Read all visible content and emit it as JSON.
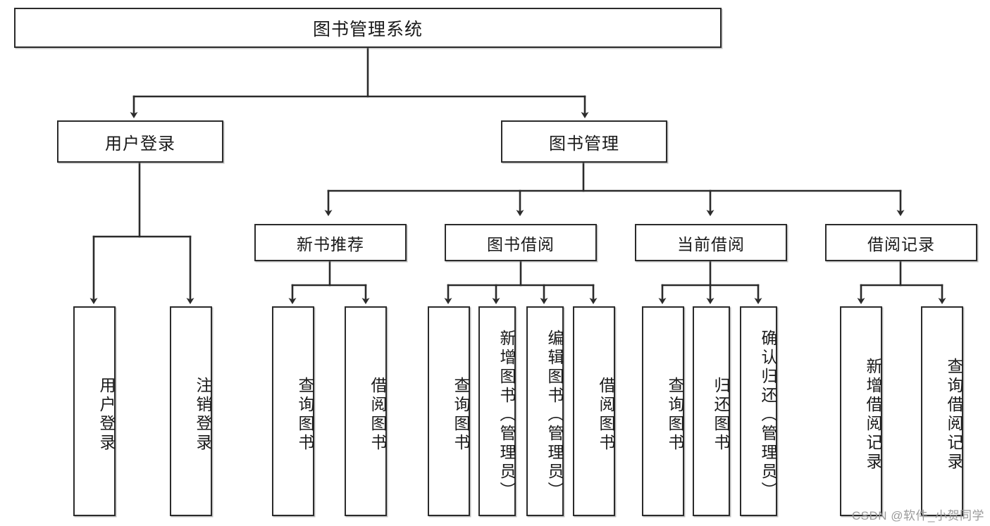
{
  "diagram": {
    "title": "图书管理系统",
    "type": "hierarchy-tree",
    "watermark": "CSDN @软件_小贺同学",
    "colors": {
      "box_border": "#2b2b2b",
      "box_fill": "#ffffff",
      "line": "#2b2b2b",
      "text": "#1a1a1a",
      "watermark": "#9a9a9a",
      "background": "#ffffff"
    },
    "root": {
      "label": "图书管理系统"
    },
    "level1": [
      {
        "label": "用户登录"
      },
      {
        "label": "图书管理"
      }
    ],
    "level2": [
      {
        "label": "新书推荐"
      },
      {
        "label": "图书借阅"
      },
      {
        "label": "当前借阅"
      },
      {
        "label": "借阅记录"
      }
    ],
    "leaves": [
      {
        "label": "用户登录",
        "parent": "用户登录"
      },
      {
        "label": "注销登录",
        "parent": "用户登录"
      },
      {
        "label": "查询图书",
        "parent": "新书推荐"
      },
      {
        "label": "借阅图书",
        "parent": "新书推荐"
      },
      {
        "label": "查询图书",
        "parent": "图书借阅"
      },
      {
        "label": "新增图书（管理员）",
        "parent": "图书借阅"
      },
      {
        "label": "编辑图书（管理员）",
        "parent": "图书借阅"
      },
      {
        "label": "借阅图书",
        "parent": "图书借阅"
      },
      {
        "label": "查询图书",
        "parent": "当前借阅"
      },
      {
        "label": "归还图书",
        "parent": "当前借阅"
      },
      {
        "label": "确认归还（管理员）",
        "parent": "当前借阅"
      },
      {
        "label": "新增借阅记录",
        "parent": "借阅记录"
      },
      {
        "label": "查询借阅记录",
        "parent": "借阅记录"
      }
    ]
  }
}
